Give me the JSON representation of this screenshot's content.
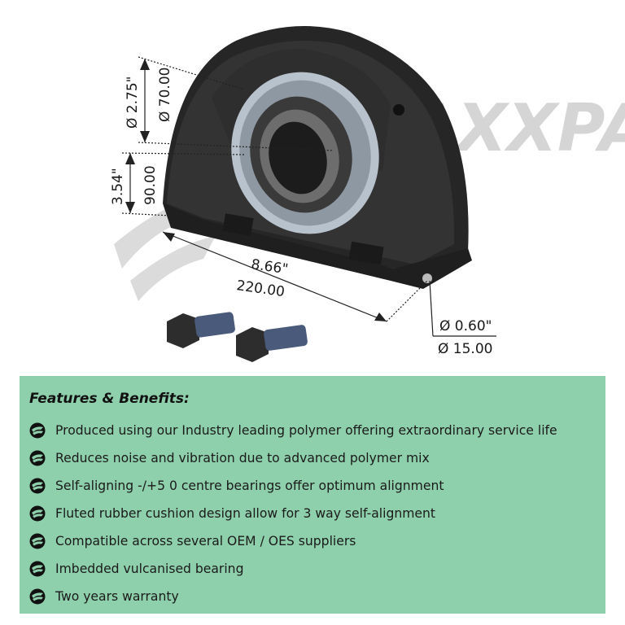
{
  "watermark": "MAXXPAS",
  "dimensions": {
    "bore_in": "Ø 2.75\"",
    "bore_mm": "Ø 70.00",
    "height_in": "3.54\"",
    "height_mm": "90.00",
    "length_in": "8.66\"",
    "length_mm": "220.00",
    "hole_in": "Ø 0.60\"",
    "hole_mm": "Ø 15.00"
  },
  "features": {
    "title": "Features & Benefits:",
    "items": [
      "Produced using our Industry leading polymer offering extraordinary service life",
      "Reduces noise and vibration due to advanced polymer mix",
      "Self-aligning -/+5 0 centre bearings offer optimum alignment",
      "Fluted rubber cushion design allow for 3 way self-alignment",
      "Compatible across several OEM / OES suppliers",
      "Imbedded vulcanised bearing",
      "Two years warranty"
    ]
  },
  "colors": {
    "panel_background": "#8fd0ac",
    "rubber": "#2a2a2a",
    "text": "#1a1a1a"
  }
}
